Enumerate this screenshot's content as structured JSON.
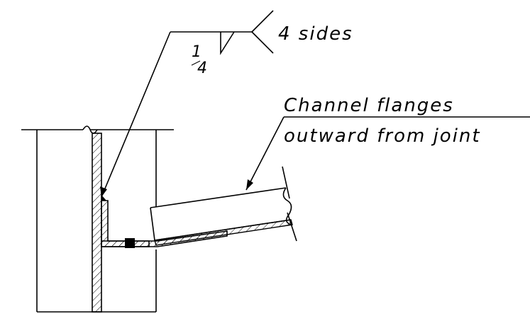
{
  "weld_symbol": {
    "size_numerator": "1",
    "size_denominator": "4",
    "tail_note": "4 sides"
  },
  "callout": {
    "line1": "Channel flanges",
    "line2": "outward from joint"
  },
  "colors": {
    "line": "#000000",
    "background": "#ffffff"
  }
}
